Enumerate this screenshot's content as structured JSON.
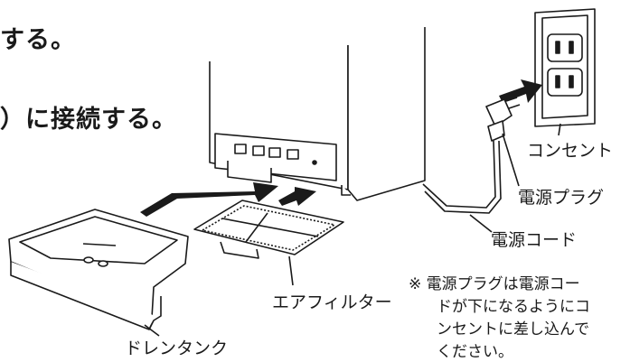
{
  "heading_lines": [
    "する。",
    "）に接続する。"
  ],
  "labels": {
    "outlet": "コンセント",
    "power_plug": "電源プラグ",
    "power_cord": "電源コード",
    "air_filter": "エアフィルター",
    "drain_tank": "ドレンタンク"
  },
  "note_lines": [
    "※ 電源プラグは電源コー",
    "ドが下になるようにコ",
    "ンセントに差し込んで",
    "ください。"
  ]
}
